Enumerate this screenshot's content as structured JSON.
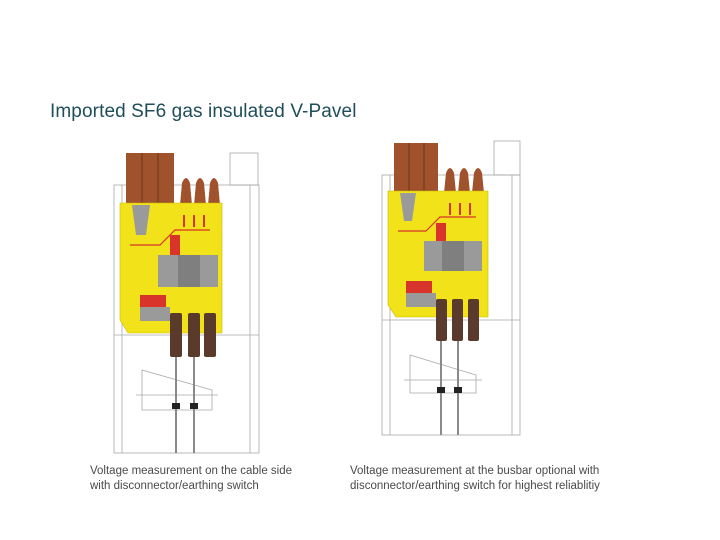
{
  "slide": {
    "title": "Imported SF6 gas insulated V-Pavel"
  },
  "figures": [
    {
      "caption_line1": "Voltage measurement on the cable side",
      "caption_line2": "with disconnector/earthing switch"
    },
    {
      "caption_line1": "Voltage measurement at the busbar optional with",
      "caption_line2": "disconnector/earthing switch for highest reliablitiy"
    }
  ],
  "colors": {
    "gas_tank": "#f2e21a",
    "busbar_brown": "#a0522d",
    "cable_dark": "#5a3a2a",
    "grey_part": "#9a9a9a",
    "red_part": "#d9342b",
    "frame_line": "#9a9a9a"
  }
}
